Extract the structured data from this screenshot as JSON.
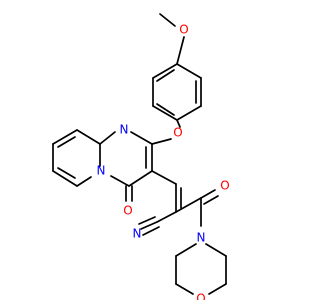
{
  "molecule": {
    "atoms": [
      {
        "id": "o_methoxy",
        "element": "O",
        "label": "O",
        "color": "#ff0000"
      },
      {
        "id": "n_ring1",
        "element": "N",
        "label": "N",
        "color": "#0000ff"
      },
      {
        "id": "o_ether",
        "element": "O",
        "label": "O",
        "color": "#ff0000"
      },
      {
        "id": "n_ring2",
        "element": "N",
        "label": "N",
        "color": "#0000ff"
      },
      {
        "id": "o_ring_carbonyl",
        "element": "O",
        "label": "O",
        "color": "#ff0000"
      },
      {
        "id": "o_amide",
        "element": "O",
        "label": "O",
        "color": "#ff0000"
      },
      {
        "id": "n_nitrile",
        "element": "N",
        "label": "N",
        "color": "#0000ff"
      },
      {
        "id": "n_morpholine",
        "element": "N",
        "label": "N",
        "color": "#0000ff"
      },
      {
        "id": "o_morpholine",
        "element": "O",
        "label": "O",
        "color": "#ff0000"
      }
    ],
    "bond_color": "#000000"
  }
}
